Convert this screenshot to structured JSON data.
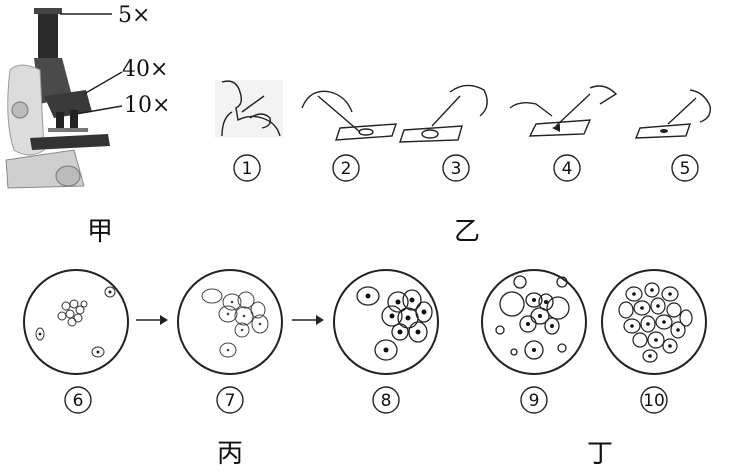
{
  "microscope": {
    "eyepiece": "5×",
    "objective_high": "40×",
    "objective_low": "10×"
  },
  "steps": [
    "1",
    "2",
    "3",
    "4",
    "5"
  ],
  "fields": [
    "6",
    "7",
    "8",
    "9",
    "10"
  ],
  "captions": {
    "jia": "甲",
    "yi": "乙",
    "bing": "丙",
    "ding": "丁"
  },
  "colors": {
    "ink": "#222222",
    "background": "#ffffff"
  }
}
